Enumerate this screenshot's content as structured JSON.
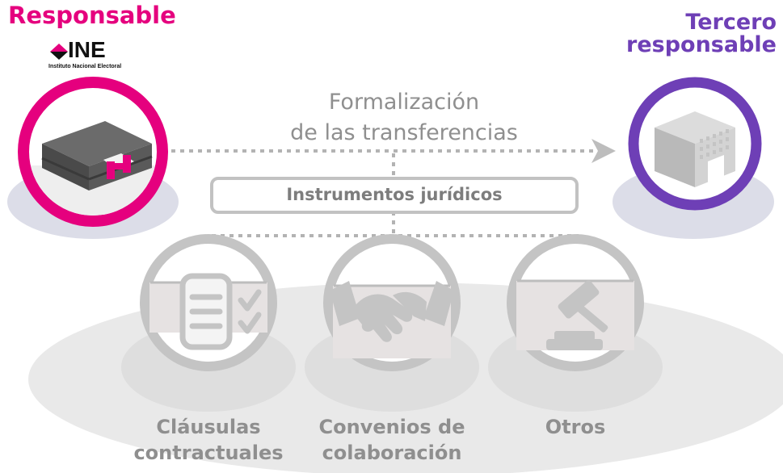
{
  "responsable": {
    "title": "Responsable",
    "logo_text": "INE",
    "logo_subtitle": "Instituto Nacional Electoral"
  },
  "tercero": {
    "title_line1": "Tercero",
    "title_line2": "responsable"
  },
  "flow": {
    "line1": "Formalización",
    "line2": "de las transferencias"
  },
  "instrumentos": {
    "label": "Instrumentos jurídicos"
  },
  "categories": [
    {
      "line1": "Cláusulas",
      "line2": "contractuales",
      "icon": "document-check-icon"
    },
    {
      "line1": "Convenios de",
      "line2": "colaboración",
      "icon": "handshake-icon"
    },
    {
      "line1": "Otros",
      "line2": "",
      "icon": "gavel-icon"
    }
  ],
  "colors": {
    "responsable": "#e5007e",
    "tercero": "#6e3fb6",
    "neutral": "#b3b3b3",
    "text_gray": "#8f8f8f",
    "shadow": "#dcdde8"
  }
}
